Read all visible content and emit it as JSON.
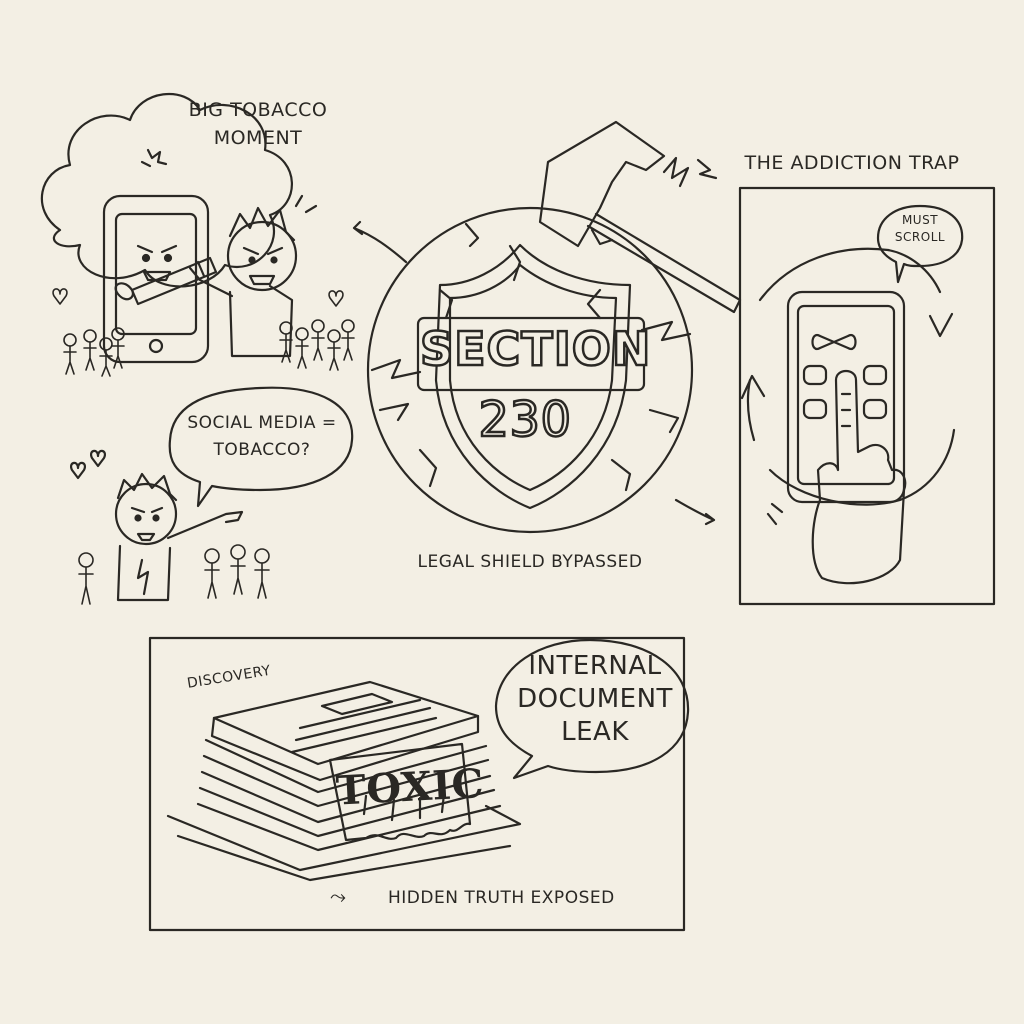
{
  "panels": {
    "tobacco": {
      "title": "BIG TOBACCO MOMENT",
      "speech": "SOCIAL MEDIA = TOBACCO?"
    },
    "shield": {
      "line1": "SECTION",
      "line2": "230",
      "caption": "LEGAL SHIELD BYPASSED"
    },
    "addiction": {
      "title": "THE ADDICTION TRAP",
      "bubble": "MUST SCROLL"
    },
    "discovery": {
      "tag": "DISCOVERY",
      "bubble": "INTERNAL DOCUMENT LEAK",
      "stamp": "TOXIC",
      "caption": "HIDDEN TRUTH EXPOSED",
      "arrow": "⤳"
    }
  },
  "colors": {
    "paper": "#f3efe4",
    "ink": "#2a2824"
  }
}
